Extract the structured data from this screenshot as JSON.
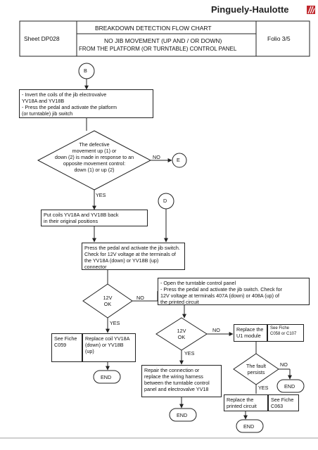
{
  "brand": "Pinguely-Haulotte",
  "header": {
    "sheet": "Sheet DP028",
    "title": "BREAKDOWN DETECTION FLOW CHART",
    "subtitle_line1": "NO JIB MOVEMENT (UP AND / OR DOWN)",
    "subtitle_line2": "FROM THE PLATFORM (OR TURNTABLE) CONTROL PANEL",
    "folio": "Folio 3/5"
  },
  "connectors": {
    "b": "B",
    "e": "E",
    "d": "D"
  },
  "boxes": {
    "invert": "- Invert the coils of the jib electrovalve\nYV18A and YV18B\n- Press the pedal and activate the platform\n(or turntable) jib switch",
    "put_back": "Put coils YV18A  and YV18B back\nin their original positions",
    "check12v": "Press the pedal and activate the jib switch.\nCheck for 12V voltage at the terminals of\nthe YV18A (down) or YV18B (up)\nconnector",
    "open_panel": "- Open the turntable control panel\n- Press the pedal and activate the jib switch. Check for\n12V voltage at terminals 407A (down) or 408A (up) of\nthe printed circuit",
    "see_c059": "See Fiche\nC059",
    "replace_coil": "Replace coil YV18A\n(down) or YV18B\n(up)",
    "repair": "Repair the connection or\nreplace the wiring harness\nbetween the turntable control\npanel and electrovalve YV18",
    "replace_u1": "Replace the\nU1 module",
    "see_c058": "See Fiche\nC058 or C107",
    "replace_pc": "Replace the\nprinted circuit",
    "see_c063": "See Fiche\nC063"
  },
  "decisions": {
    "defective": "The defective\nmovement up (1) or\ndown (2) is made in response to an\nopposite movement control:\ndown (1) or  up (2)",
    "v12_a": "12V\nOK",
    "v12_b": "12V\nOK",
    "fault": "The fault\npersists"
  },
  "labels": {
    "no1": "NO",
    "yes1": "YES",
    "no2": "NO",
    "yes2": "YES",
    "no3": "NO",
    "yes3": "YES",
    "no4": "NO",
    "yes4": "YES"
  },
  "ends": {
    "end1": "END",
    "end2": "END",
    "end3": "END",
    "end4": "END"
  }
}
